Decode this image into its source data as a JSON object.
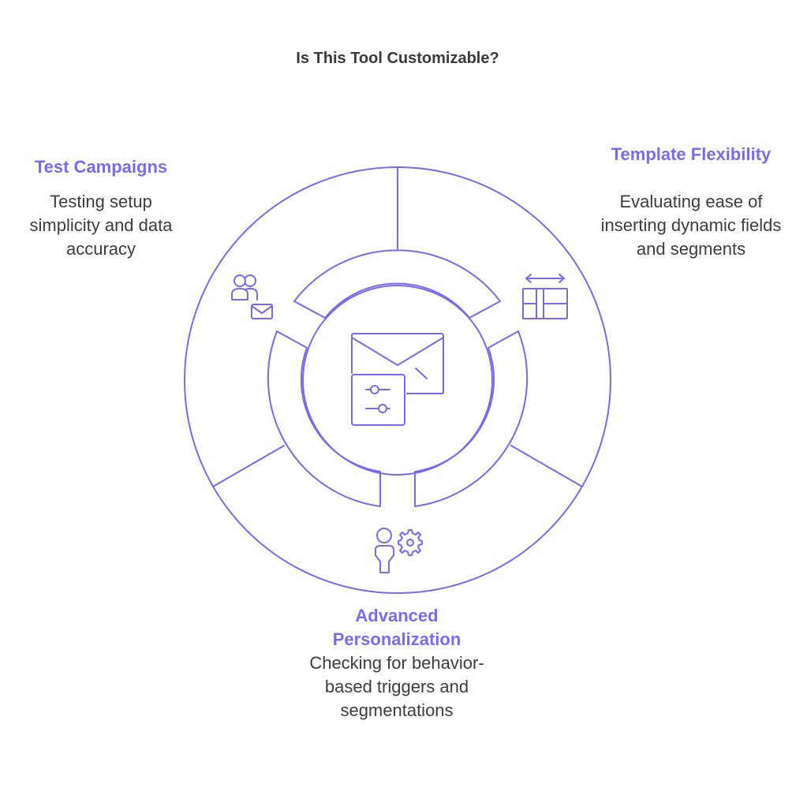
{
  "title": "Is This Tool Customizable?",
  "colors": {
    "accent": "#7a6cf0",
    "stroke": "#7b68ee",
    "text": "#3d3d3d"
  },
  "sections": {
    "test_campaigns": {
      "heading": "Test Campaigns",
      "description": "Testing setup simplicity and data accuracy",
      "icon": "users-mail-icon"
    },
    "template_flexibility": {
      "heading": "Template Flexibility",
      "description": "Evaluating ease of inserting dynamic fields and segments",
      "icon": "layout-resize-icon"
    },
    "advanced_personalization": {
      "heading": "Advanced Personalization",
      "description": "Checking for behavior-based triggers and segmentations",
      "icon": "user-gear-icon"
    }
  },
  "center_icon": "envelope-settings-icon"
}
